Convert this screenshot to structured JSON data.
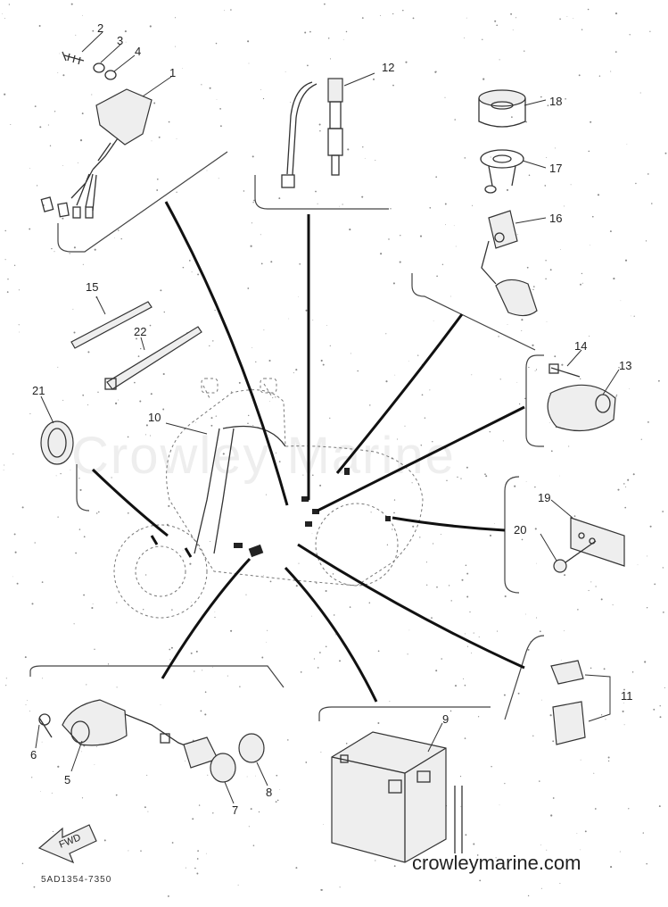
{
  "diagram": {
    "watermark": "Crowley Marine",
    "site_label": "crowleymarine.com",
    "drawing_code": "5AD1354-7350",
    "fwd_label": "FWD",
    "callouts": {
      "c1": "1",
      "c2": "2",
      "c3": "3",
      "c4": "4",
      "c5": "5",
      "c6": "6",
      "c7": "7",
      "c8": "8",
      "c9": "9",
      "c10": "10",
      "c11": "11",
      "c12": "12",
      "c13": "13",
      "c14": "14",
      "c15": "15",
      "c16": "16",
      "c17": "17",
      "c18": "18",
      "c19": "19",
      "c20": "20",
      "c21": "21",
      "c22": "22"
    }
  }
}
